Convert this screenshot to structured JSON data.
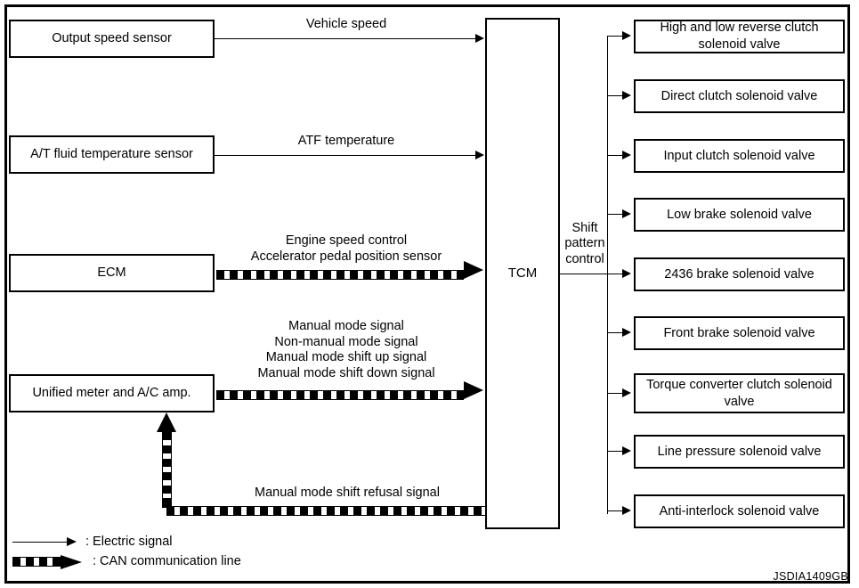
{
  "diagram": {
    "id_code": "JSDIA1409GB",
    "controller": {
      "label": "TCM"
    },
    "shift_pattern_control_label": "Shift\npattern\ncontrol",
    "inputs": [
      {
        "box_label": "Output speed sensor",
        "signal_label": "Vehicle speed",
        "line_type": "electric-signal"
      },
      {
        "box_label": "A/T fluid temperature sensor",
        "signal_label": "ATF temperature",
        "line_type": "electric-signal"
      },
      {
        "box_label": "ECM",
        "signal_label": "Engine speed control\nAccelerator pedal position sensor",
        "line_type": "can-communication-line"
      },
      {
        "box_label": "Unified meter and A/C amp.",
        "signal_label": "Manual mode signal\nNon-manual mode signal\nManual mode shift up signal\nManual mode shift down signal",
        "line_type": "can-communication-line"
      }
    ],
    "feedback": {
      "signal_label": "Manual mode shift refusal signal",
      "line_type": "can-communication-line",
      "from": "TCM",
      "to": "Unified meter and A/C amp."
    },
    "outputs": [
      {
        "label": "High and low reverse clutch\nsolenoid valve"
      },
      {
        "label": "Direct clutch solenoid valve"
      },
      {
        "label": "Input clutch solenoid valve"
      },
      {
        "label": "Low brake solenoid valve"
      },
      {
        "label": "2436 brake solenoid valve"
      },
      {
        "label": "Front brake solenoid valve"
      },
      {
        "label": "Torque converter clutch\nsolenoid valve"
      },
      {
        "label": "Line pressure solenoid valve"
      },
      {
        "label": "Anti-interlock solenoid valve"
      }
    ],
    "legend": [
      {
        "icon": "solid-arrow-icon",
        "label": ": Electric signal"
      },
      {
        "icon": "dashed-thick-arrow-icon",
        "label": ": CAN communication line"
      }
    ],
    "colors": {
      "line": "#000000",
      "background": "#ffffff",
      "text": "#000000"
    }
  }
}
